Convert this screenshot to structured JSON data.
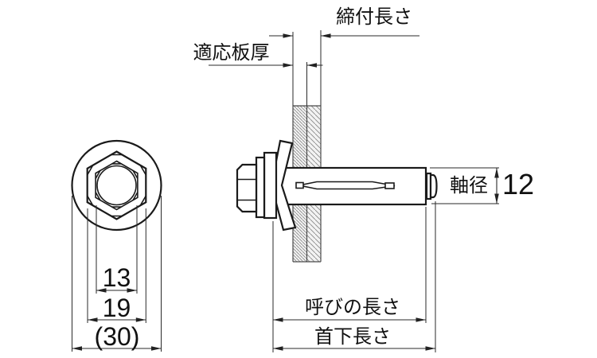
{
  "diagram": {
    "kind": "anchor-bolt-dimension-drawing",
    "labels": {
      "tightening_length": "締付長さ",
      "board_thickness": "適応板厚",
      "shaft_diameter": "軸径",
      "shaft_diameter_value": "12",
      "nominal_length": "呼びの長さ",
      "under_head_length": "首下長さ",
      "hex_inner_width": "13",
      "hex_across_flats": "19",
      "washer_diameter": "(30)"
    },
    "colors": {
      "line": "#1a1a1a",
      "dimension_line": "#2a2a2a",
      "hatch": "#8a8a8a",
      "plate_fill": "#f3f3f3",
      "background": "#ffffff"
    }
  }
}
